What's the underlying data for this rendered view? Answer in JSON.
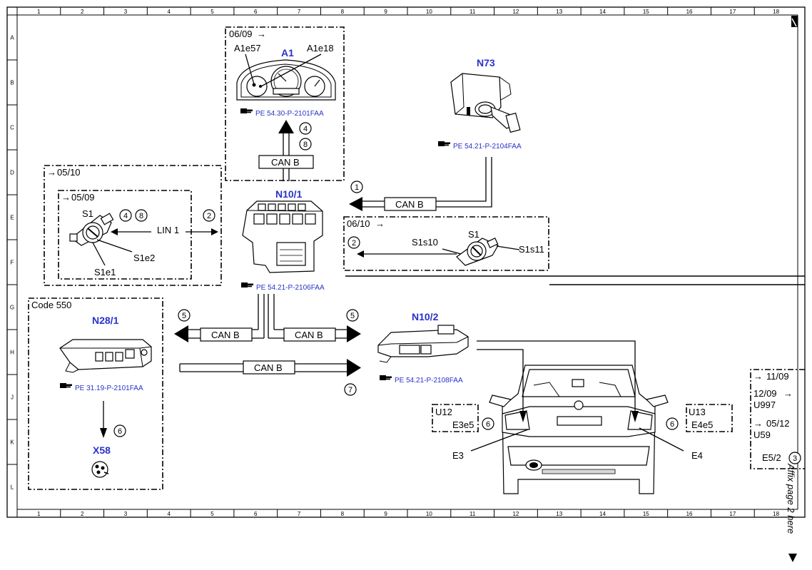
{
  "ruler": {
    "columns": [
      "1",
      "2",
      "3",
      "4",
      "5",
      "6",
      "7",
      "8",
      "9",
      "10",
      "11",
      "12",
      "13",
      "14",
      "15",
      "16",
      "17",
      "18"
    ],
    "rows": [
      "A",
      "B",
      "C",
      "D",
      "E",
      "F",
      "G",
      "H",
      "J",
      "K",
      "L"
    ]
  },
  "components": {
    "a1": {
      "label": "A1",
      "date": "06/09",
      "sub_left": "A1e57",
      "sub_right": "A1e18",
      "ref": "PE 54.30-P-2101FAA"
    },
    "n73": {
      "label": "N73",
      "ref": "PE 54.21-P-2104FAA"
    },
    "n10_1": {
      "label": "N10/1",
      "ref": "PE 54.21-P-2106FAA"
    },
    "n10_2": {
      "label": "N10/2",
      "ref": "PE 54.21-P-2108FAA"
    },
    "n28_1": {
      "label": "N28/1",
      "ref": "PE 31.19-P-2101FAA",
      "code": "Code 550"
    },
    "x58": {
      "label": "X58"
    },
    "s1_left": {
      "label": "S1",
      "sub1": "S1e2",
      "sub2": "S1e1",
      "outer_date": "05/10",
      "inner_date": "05/09"
    },
    "s1_right": {
      "label": "S1",
      "sub_left": "S1s10",
      "sub_right": "S1s11",
      "date": "06/10"
    },
    "e3": {
      "label": "E3"
    },
    "e4": {
      "label": "E4"
    }
  },
  "buses": {
    "can": "CAN B",
    "lin": "LIN 1"
  },
  "circles": {
    "c1": "1",
    "c2": "2",
    "c3": "3",
    "c4": "4",
    "c5": "5",
    "c6": "6",
    "c7": "7",
    "c8": "8"
  },
  "boxes": {
    "u12": {
      "code": "U12",
      "sub": "E3e5"
    },
    "u13": {
      "code": "U13",
      "sub": "E4e5"
    },
    "right_panel": {
      "d1": "11/09",
      "d2": "12/09",
      "u997": "U997",
      "d3": "05/12",
      "u59": "U59",
      "e52": "E5/2"
    }
  },
  "page_note": "Affix page 2 here",
  "colors": {
    "label": "#2a32c8",
    "line": "#000000"
  },
  "icons": [
    "reference-hand-icon",
    "page-corner-icon",
    "down-triangle-icon"
  ]
}
